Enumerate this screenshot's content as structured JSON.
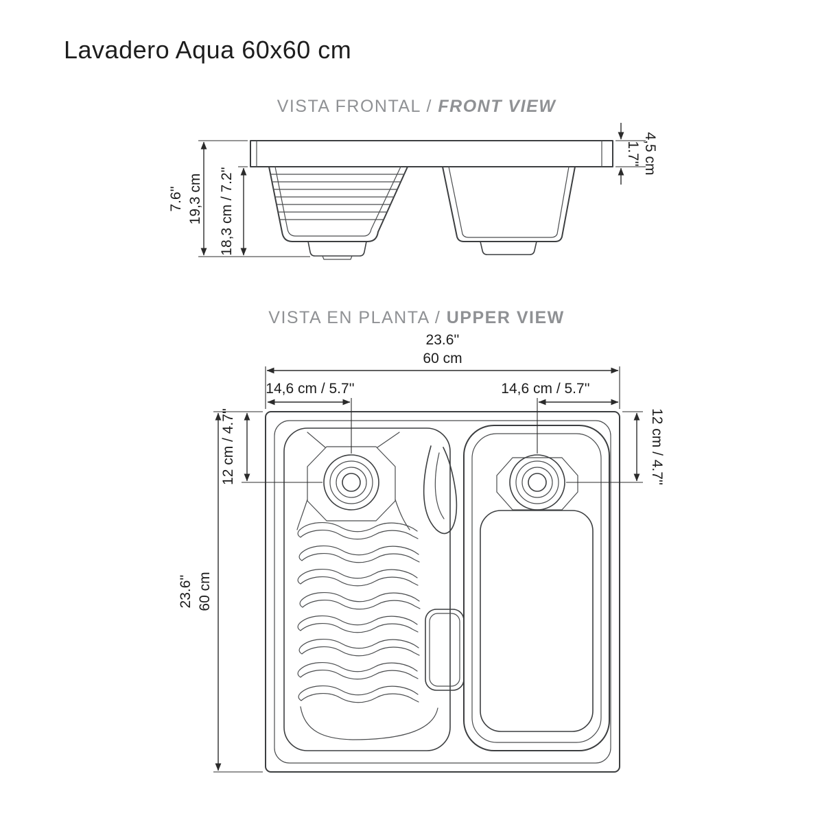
{
  "page": {
    "title": "Lavadero Aqua 60x60 cm"
  },
  "front_view": {
    "heading_primary": "VISTA FRONTAL / ",
    "heading_secondary": "FRONT VIEW",
    "dims": {
      "rim_in": "1.7''",
      "rim_cm": "4,5 cm",
      "height_in": "7.6''",
      "height_cm": "19,3 cm",
      "basin_depth": "18,3 cm / 7.2''"
    }
  },
  "upper_view": {
    "heading_primary": "VISTA EN PLANTA / ",
    "heading_secondary": "UPPER VIEW",
    "dims": {
      "width_in": "23.6''",
      "width_cm": "60 cm",
      "drain_left_offset": "14,6 cm / 5.7''",
      "drain_right_offset": "14,6 cm / 5.7''",
      "drain_left_depth": "12 cm / 4.7''",
      "drain_right_depth": "12 cm / 4.7''",
      "height_in": "23.6''",
      "height_cm": "60 cm"
    }
  }
}
